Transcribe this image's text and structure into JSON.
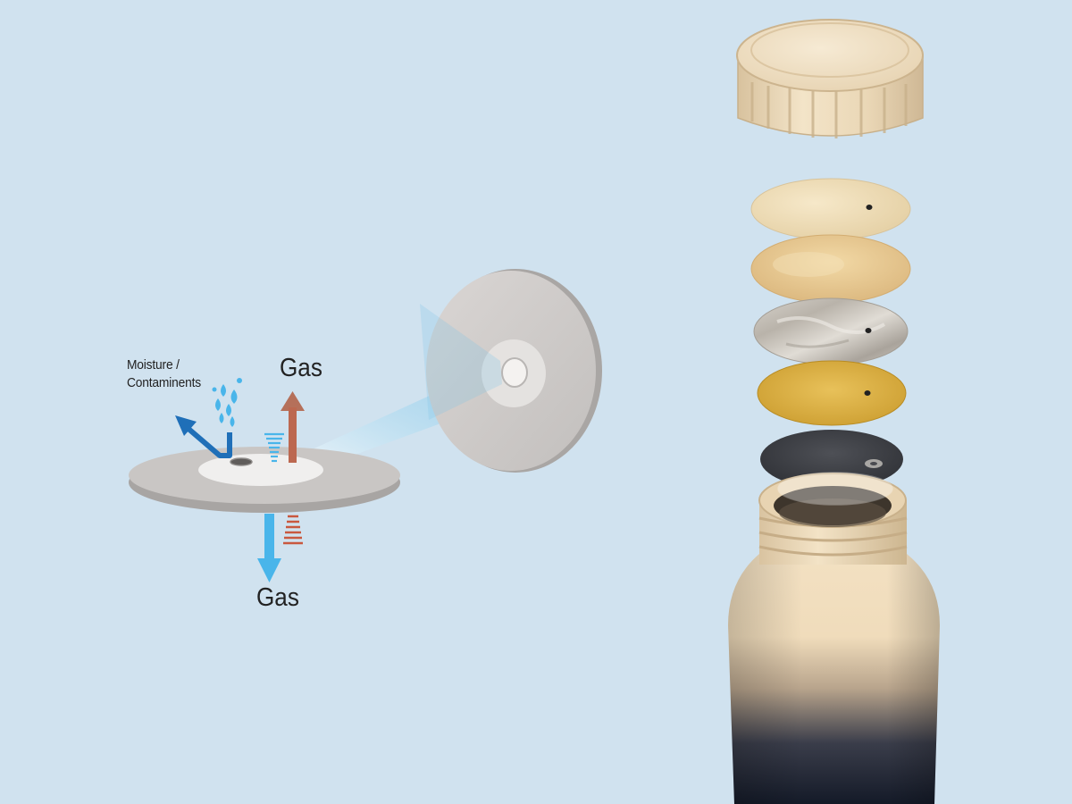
{
  "labels": {
    "contaminant_line1": "Moisture /",
    "contaminant_line2": "Contaminents",
    "gas_top": "Gas",
    "gas_bottom": "Gas"
  },
  "colors": {
    "background": "#d0e2ef",
    "disc_grey": "#c8c5c3",
    "arrow_blue": "#1f6fb8",
    "arrow_light_blue": "#49b5ea",
    "arrow_red": "#c9583f",
    "cap_cream": "#eedcbd",
    "bottle_dark": "#1b2232"
  },
  "filter_layers": [
    "cream-disc",
    "tan-disc",
    "marble-disc",
    "gold-disc",
    "dark-disc",
    "clear-seal"
  ],
  "icons": [
    "droplets-icon",
    "contaminant-arrow-icon",
    "gas-up-arrow-icon",
    "gas-down-arrow-icon"
  ]
}
